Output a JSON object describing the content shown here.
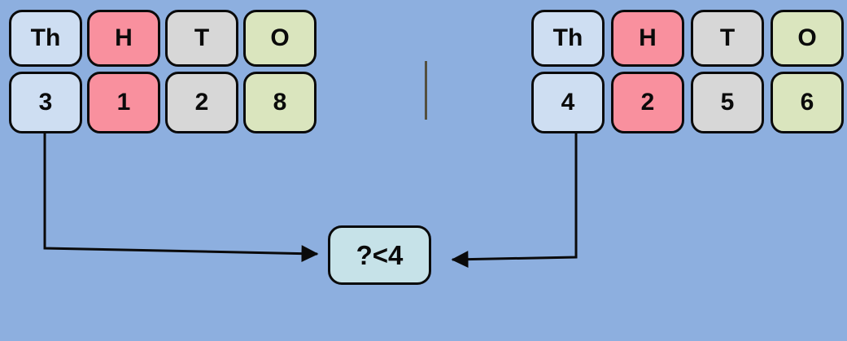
{
  "diagram_title": "place-value-comparison",
  "left_panel": {
    "headers": [
      "Th",
      "H",
      "T",
      "O"
    ],
    "digits": [
      "3",
      "1",
      "2",
      "8"
    ]
  },
  "right_panel": {
    "headers": [
      "Th",
      "H",
      "T",
      "O"
    ],
    "digits": [
      "4",
      "2",
      "5",
      "6"
    ]
  },
  "comparison_box": {
    "text": "?<4"
  },
  "colors": {
    "background": "#8DAFDF",
    "thousands_card": "#CEDEF2",
    "hundreds_card": "#F9909E",
    "tens_card": "#D7D7D7",
    "ones_card": "#DAE5BE",
    "comparison_box": "#C6E2E8",
    "card_border": "#0A0A0A",
    "arrow": "#0A0A0A",
    "divider": "#54503F"
  }
}
